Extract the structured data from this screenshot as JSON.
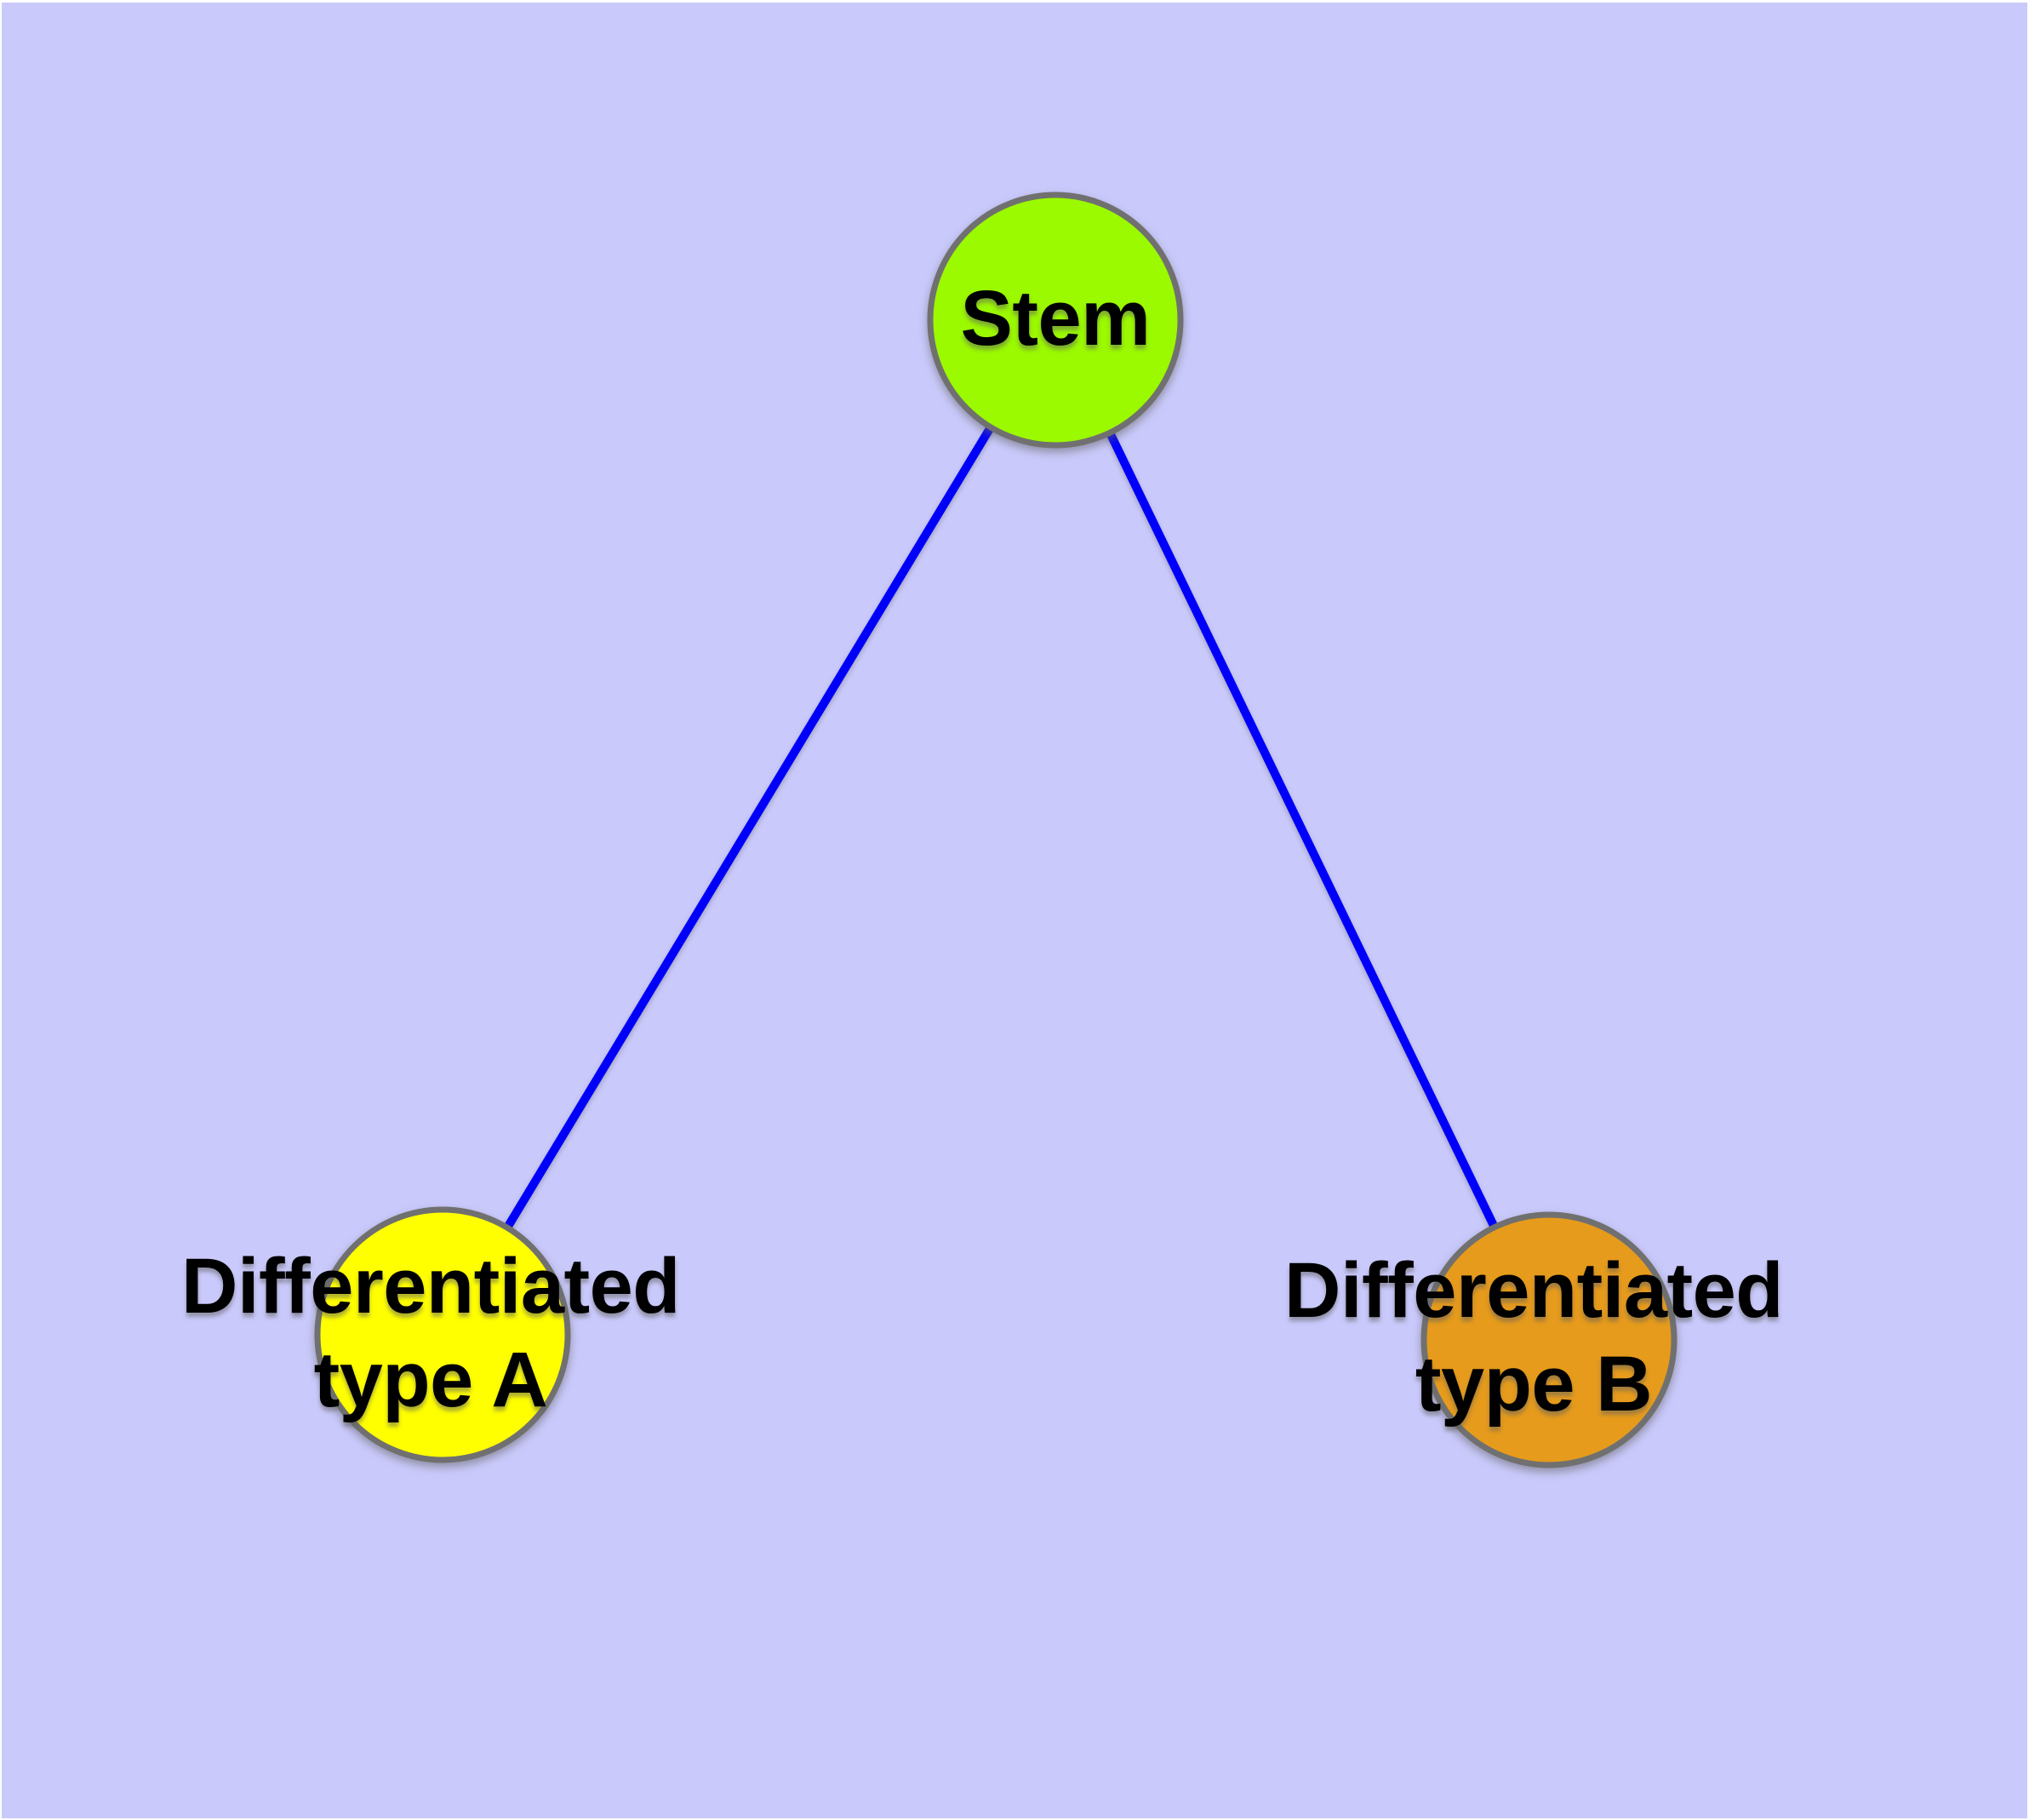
{
  "diagram": {
    "background_color": "#C9C9FB",
    "frame_color": "#FFFFFF",
    "text_color": "#000000",
    "nodes": [
      {
        "id": "stem",
        "label": "Stem",
        "label_lines": [
          "Stem"
        ],
        "fill_color": "#9BF900",
        "border_color": "#707070"
      },
      {
        "id": "differentiated-type-a",
        "label": "Differentiated type A",
        "label_lines": [
          "Differentiated",
          "type A"
        ],
        "fill_color": "#FFFF00",
        "border_color": "#707070"
      },
      {
        "id": "differentiated-type-b",
        "label": "Differentiated type B",
        "label_lines": [
          "Differentiated",
          "type B"
        ],
        "fill_color": "#E69B1C",
        "border_color": "#707070"
      }
    ],
    "edges": [
      {
        "from": "stem",
        "to": "differentiated-type-a",
        "color": "#0000FA"
      },
      {
        "from": "stem",
        "to": "differentiated-type-b",
        "color": "#0000FA"
      }
    ]
  }
}
